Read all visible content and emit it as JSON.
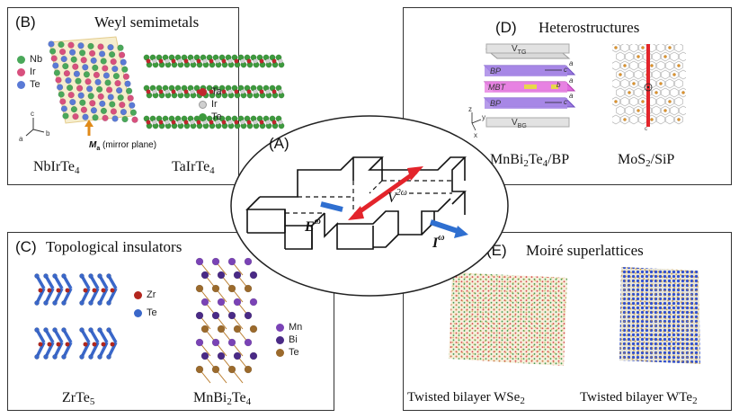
{
  "panel_B": {
    "label": "(B)",
    "title": "Weyl semimetals",
    "caption_left_main": "NbIrTe",
    "caption_left_sub": "4",
    "caption_right_main": "TaIrTe",
    "caption_right_sub": "4",
    "legend_left": [
      {
        "name": "Nb",
        "color": "#4aa85a"
      },
      {
        "name": "Ir",
        "color": "#d8507e"
      },
      {
        "name": "Te",
        "color": "#5a7ad6"
      }
    ],
    "legend_right": [
      {
        "name": "Ta",
        "color": "#c0272d"
      },
      {
        "name": "Ir",
        "color": "#cfcfcf"
      },
      {
        "name": "Te",
        "color": "#3d9a3d"
      }
    ],
    "mirror_label": "M",
    "mirror_sub": "a",
    "mirror_text": "(mirror plane)",
    "axis_c": "c",
    "axis_a": "a",
    "axis_b": "b"
  },
  "panel_D": {
    "label": "(D)",
    "title": "Heterostructures",
    "caption_left_main": "MnBi",
    "caption_left_sub1": "2",
    "caption_left_mid": "Te",
    "caption_left_sub2": "4",
    "caption_left_tail": "/BP",
    "caption_right_main": "MoS",
    "caption_right_sub": "2",
    "caption_right_tail": "/SiP",
    "layer_labels": [
      "V",
      "BP",
      "MBT",
      "BP",
      "V"
    ],
    "v_top_sub": "TG",
    "v_bottom_sub": "BG",
    "axis_labels": [
      "c",
      "a",
      "b",
      "a",
      "c",
      "a"
    ],
    "xyz": [
      "z",
      "y",
      "x"
    ],
    "c_tip": "c"
  },
  "panel_A": {
    "label": "(A)",
    "v_main": "V",
    "v_sup": "2ω",
    "e_main": "E",
    "e_sup": "ω",
    "i_main": "I",
    "i_sup": "ω"
  },
  "panel_C": {
    "label": "(C)",
    "title": "Topological insulators",
    "caption_left_main": "ZrTe",
    "caption_left_sub": "5",
    "caption_right_main": "MnBi",
    "caption_right_sub1": "2",
    "caption_right_mid": "Te",
    "caption_right_sub2": "4",
    "legend_left": [
      {
        "name": "Zr",
        "color": "#b3261e"
      },
      {
        "name": "Te",
        "color": "#3a67c9"
      }
    ],
    "legend_right": [
      {
        "name": "Mn",
        "color": "#7a43b6"
      },
      {
        "name": "Bi",
        "color": "#4a2a86"
      },
      {
        "name": "Te",
        "color": "#9b6a2c"
      }
    ]
  },
  "panel_E": {
    "label": "(E)",
    "title": "Moiré superlattices",
    "caption_left_main": "Twisted bilayer WSe",
    "caption_left_sub": "2",
    "caption_right_main": "Twisted bilayer WTe",
    "caption_right_sub": "2"
  }
}
